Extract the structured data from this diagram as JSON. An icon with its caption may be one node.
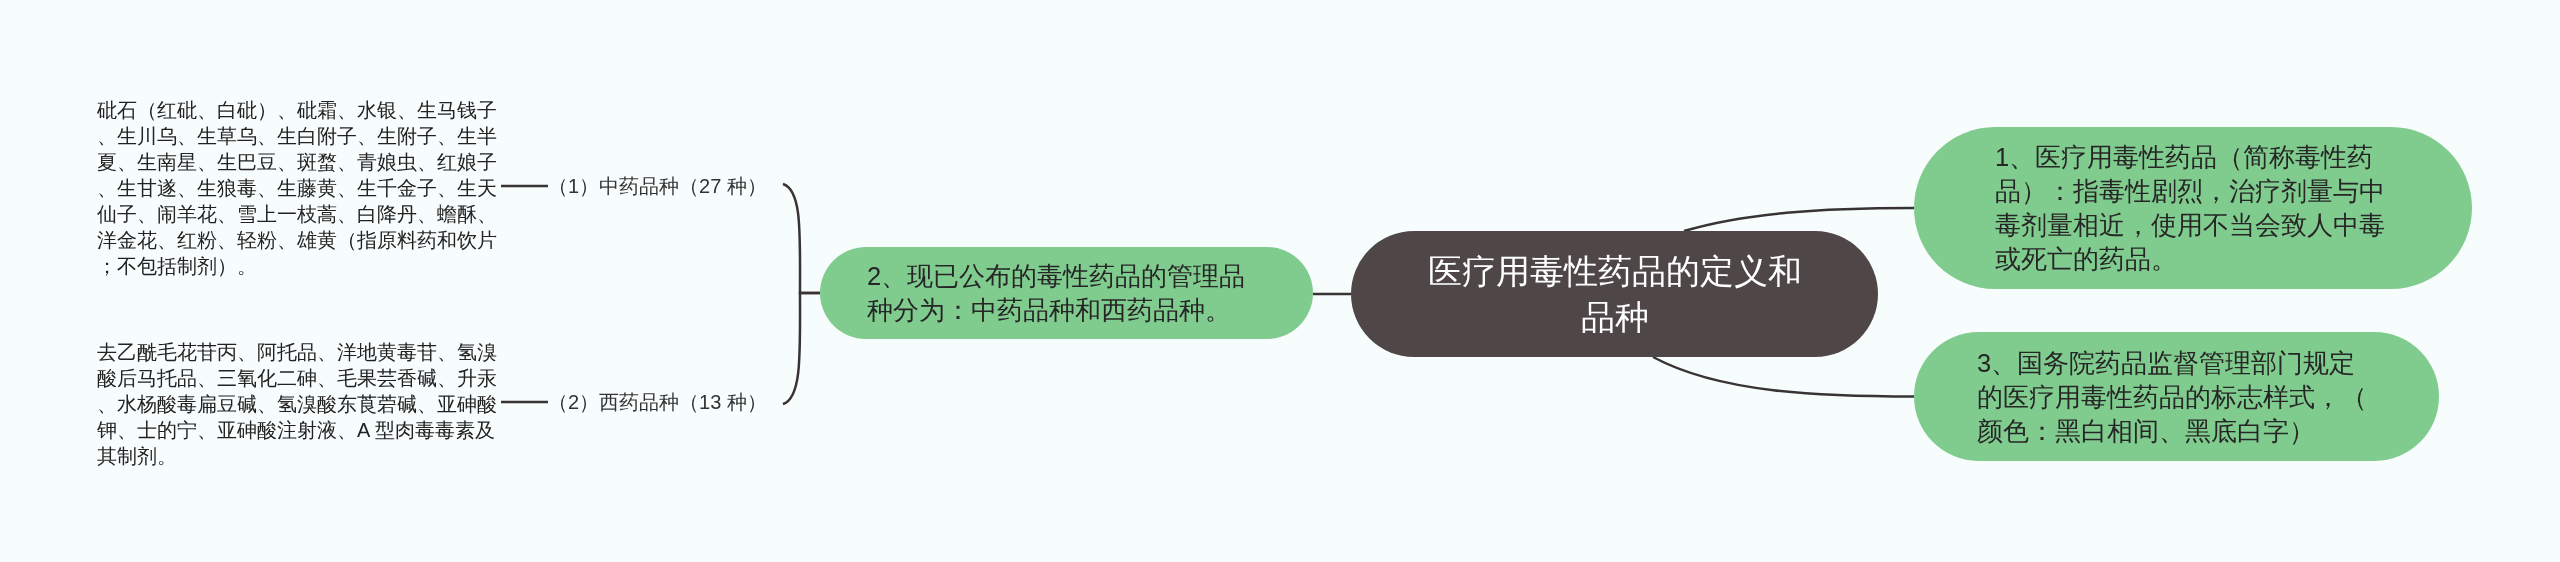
{
  "diagram": {
    "nodes": [
      {
        "text": [
          "医疗用毒性药品的定义和品种"
        ]
      },
      {
        "text": [
          "1、医疗用毒性药品（简称毒性药品）：指毒性剧烈，治疗剂量与中毒剂量相近，使用不当会致人中毒或死亡的药品。"
        ]
      },
      {
        "text": [
          "2、现已公布的毒性药品的管理品种分为：中药品种和西药品种。"
        ]
      },
      {
        "text": [
          "3、国务院药品监督管理部门规定的医疗用毒性药品的标志样式，（颜色：黑白相间、黑底白字）"
        ]
      },
      {
        "text": [
          "（1）中药品种（27 种）"
        ]
      },
      {
        "text": [
          "砒石（红砒、白砒）、砒霜、水银、生马钱子、生川乌、生草乌、生白附子、生附子、生半夏、生南星、生巴豆、斑蝥、青娘虫、红娘子、生甘遂、生狼毒、生藤黄、生千金子、生天仙子、闹羊花、雪上一枝蒿、白降丹、蟾酥、洋金花、红粉、轻粉、雄黄（指原料药和饮片；不包括制剂）。"
        ]
      },
      {
        "text": [
          "（2）西药品种（13 种）"
        ]
      },
      {
        "text": [
          "去乙酰毛花苷丙、阿托品、洋地黄毒苷、氢溴酸后马托品、三氧化二砷、毛果芸香碱、升汞、水杨酸毒扁豆碱、氢溴酸东莨菪碱、亚砷酸钾、士的宁、亚砷酸注射液、A 型肉毒毒素及其制剂。"
        ]
      }
    ],
    "edges": [
      {
        "from": 0,
        "to": 1,
        "arrow": "none"
      },
      {
        "from": 0,
        "to": 2,
        "arrow": "none"
      },
      {
        "from": 0,
        "to": 3,
        "arrow": "none"
      },
      {
        "from": 2,
        "to": 4,
        "arrow": "none"
      },
      {
        "from": 2,
        "to": 6,
        "arrow": "none"
      },
      {
        "from": 4,
        "to": 5,
        "arrow": "none"
      },
      {
        "from": 6,
        "to": 7,
        "arrow": "none"
      }
    ]
  }
}
